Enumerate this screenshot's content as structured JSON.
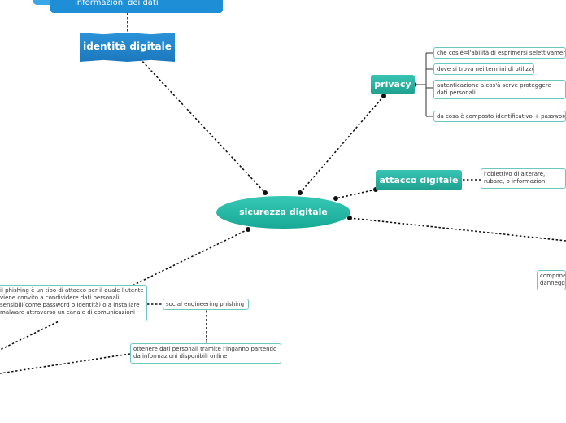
{
  "top_node": {
    "text": "informazioni dei dati"
  },
  "nodes": {
    "identita": "identità digitale",
    "central": "sicurezza digitale",
    "privacy": "privacy",
    "attacco": "attacco digitale"
  },
  "privacy_items": [
    "che cos'è=l'abilità di esprimersi  selettivamente",
    "dove si trova nei termini di utilizzo",
    "autenticazione  a cos'à serve  proteggere dati personali",
    "da cosa è composto  identificativo + password"
  ],
  "attacco_item": "l'obiettivo di alterare, rubare, o informazioni",
  "right_item": "compone dannegg",
  "phishing": {
    "definition": "il phishing è un tipo di attacco per il quale l'utente viene convito a condividere  dati personali sensibili(come password o identità) o a installare malware attraverso un canale di comunicazioni",
    "label": "social engineering  phishing",
    "detail": "ottenere dati personali tramite l'inganno partendo da informazioni disponibili online"
  },
  "colors": {
    "teal": "#22aa99",
    "blue": "#1e8fd6",
    "border": "#6ac7c4"
  }
}
